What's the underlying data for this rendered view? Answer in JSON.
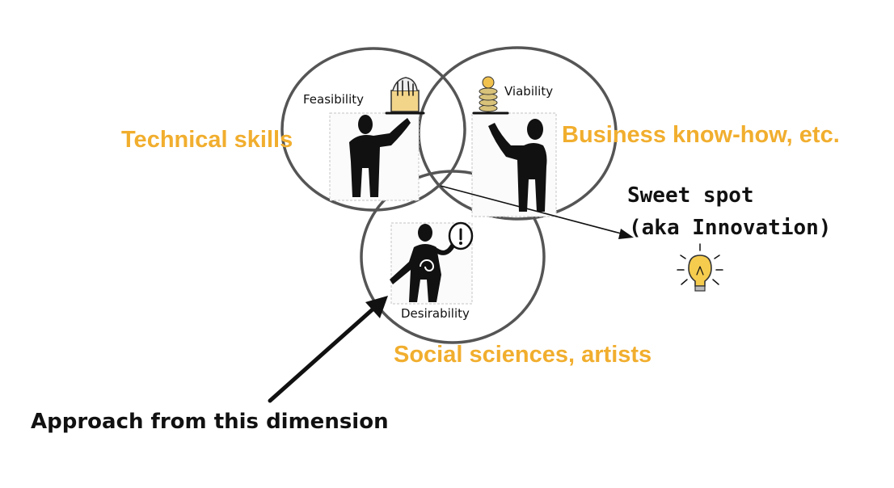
{
  "circles": {
    "feasibility": {
      "label": "Feasibility",
      "skill_label": "Technical skills"
    },
    "viability": {
      "label": "Viability",
      "skill_label": "Business know-how, etc."
    },
    "desirability": {
      "label": "Desirability",
      "skill_label": "Social sciences, artists"
    }
  },
  "sweet_spot": {
    "line1": "Sweet spot",
    "line2": "(aka Innovation)",
    "icon": "lightbulb-icon"
  },
  "approach_label": "Approach from this dimension",
  "colors": {
    "accent": "#f1ae2e",
    "circle_stroke": "#555555",
    "ink": "#111111"
  }
}
